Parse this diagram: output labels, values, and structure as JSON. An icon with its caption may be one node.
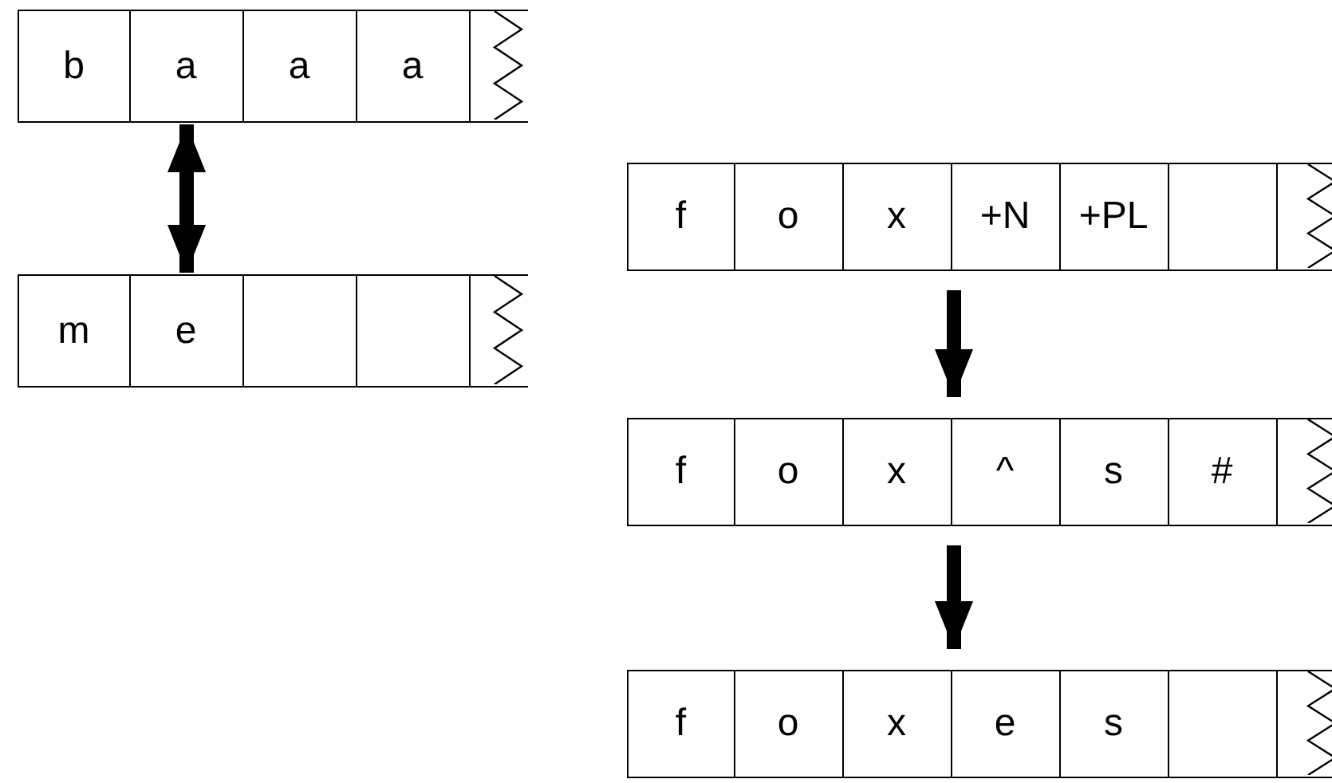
{
  "diagram": {
    "nodes": [
      {
        "text": [],
        "shape": "box"
      },
      {
        "text": [
          "b"
        ],
        "in": 0
      },
      {
        "text": [
          "a"
        ],
        "in": 0
      },
      {
        "text": [
          "a"
        ],
        "in": 0
      },
      {
        "text": [
          "a"
        ],
        "in": 0
      },
      {
        "text": [],
        "shape": "box"
      },
      {
        "text": [
          "m"
        ],
        "in": 5
      },
      {
        "text": [
          "e"
        ],
        "in": 5
      },
      {
        "text": [],
        "shape": "box",
        "in": 5
      },
      {
        "text": [],
        "shape": "box",
        "in": 5
      },
      {
        "text": [],
        "shape": "box"
      },
      {
        "text": [
          "f"
        ],
        "in": 10
      },
      {
        "text": [
          "o"
        ],
        "in": 10
      },
      {
        "text": [
          "x"
        ],
        "in": 10
      },
      {
        "text": [
          "+N"
        ],
        "in": 10
      },
      {
        "text": [
          "+PL"
        ],
        "in": 10
      },
      {
        "text": [],
        "shape": "box",
        "in": 10
      },
      {
        "text": [],
        "shape": "box"
      },
      {
        "text": [
          "f"
        ],
        "in": 17
      },
      {
        "text": [
          "o"
        ],
        "in": 17
      },
      {
        "text": [
          "x"
        ],
        "in": 17
      },
      {
        "text": [
          "^"
        ],
        "in": 17
      },
      {
        "text": [
          "s"
        ],
        "in": 17
      },
      {
        "text": [
          "#"
        ],
        "in": 17
      },
      {
        "text": [],
        "shape": "box"
      },
      {
        "text": [
          "f"
        ],
        "in": 24
      },
      {
        "text": [
          "o"
        ],
        "in": 24
      },
      {
        "text": [
          "x"
        ],
        "in": 24
      },
      {
        "text": [
          "e"
        ],
        "in": 24
      },
      {
        "text": [
          "s"
        ],
        "in": 24
      },
      {
        "text": [],
        "shape": "box",
        "in": 24
      }
    ],
    "edges": [
      {
        "from": 0,
        "to": 5,
        "arrow": "both"
      },
      {
        "from": 10,
        "to": 17,
        "arrow": "to"
      },
      {
        "from": 17,
        "to": 24,
        "arrow": "to"
      }
    ]
  }
}
